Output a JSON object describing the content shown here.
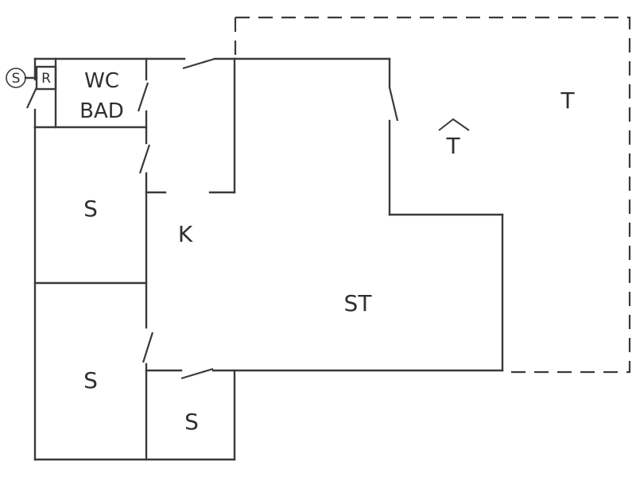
{
  "floor_plan": {
    "rooms": {
      "wc": "WC",
      "bad": "BAD",
      "bedroom_top": "S",
      "kitchen": "K",
      "living": "ST",
      "bedroom_mid": "S",
      "bedroom_small": "S",
      "terrace": "T",
      "terrace_roofed": "T"
    },
    "symbols": {
      "s_circle": "S",
      "r_box": "R"
    },
    "icons": [
      "roof-icon"
    ]
  }
}
